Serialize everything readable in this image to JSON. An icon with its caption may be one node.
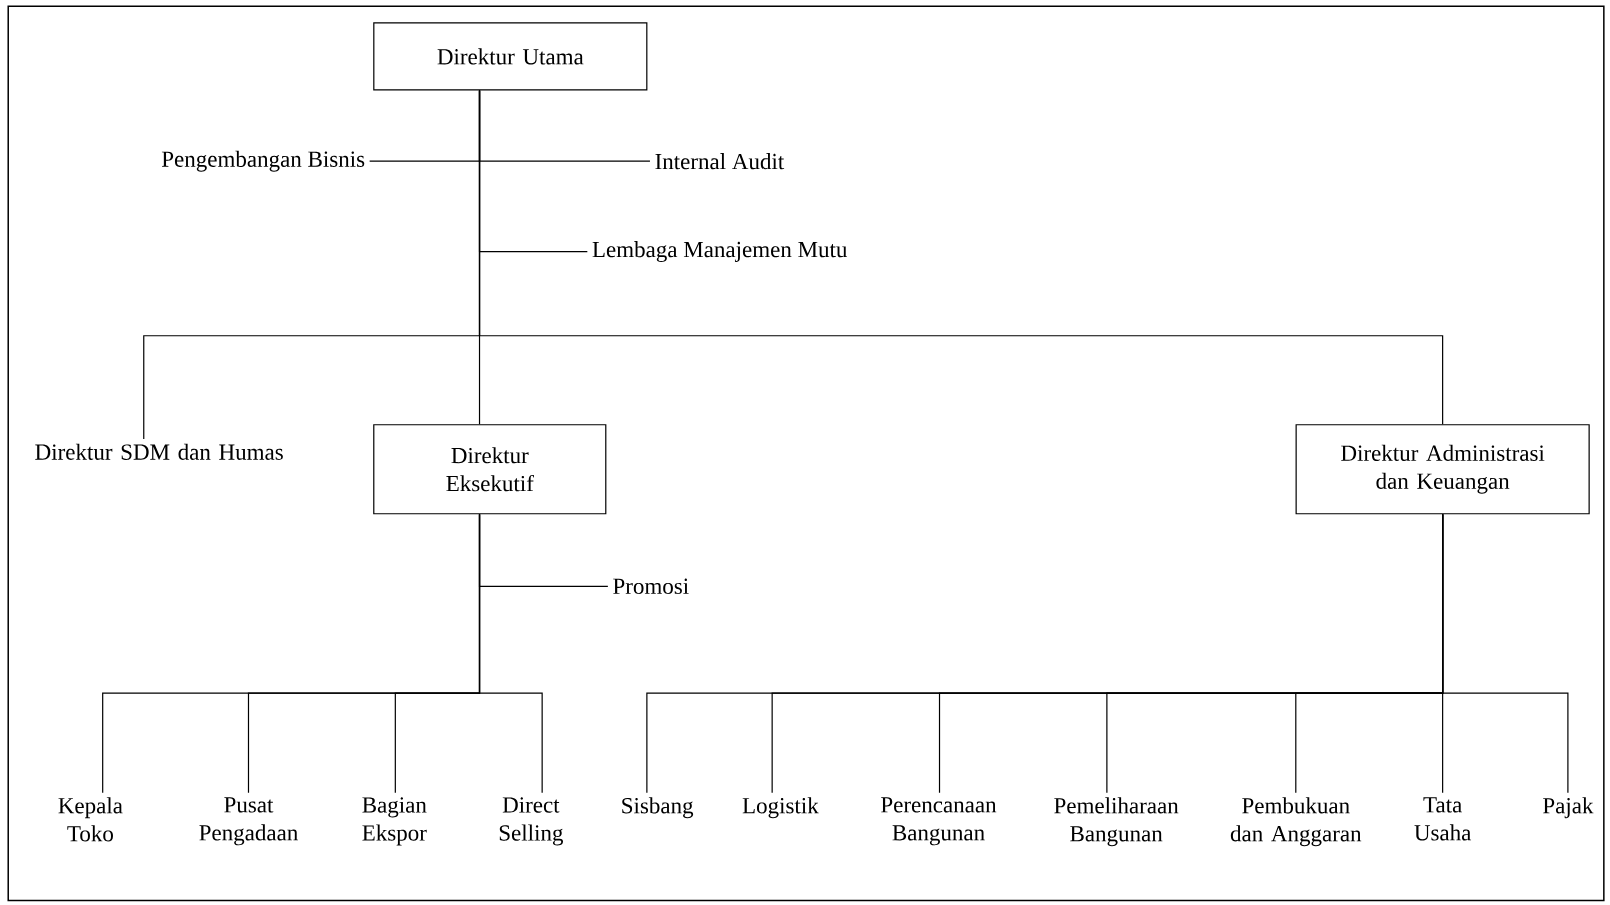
{
  "diagram": {
    "nodes": [
      {
        "text": [
          "Direktur Utama"
        ]
      },
      {
        "text": [
          "Pengembangan Bisnis"
        ]
      },
      {
        "text": [
          "Internal Audit"
        ]
      },
      {
        "text": [
          "Lembaga Manajemen Mutu"
        ]
      },
      {
        "text": [
          "Direktur SDM dan Humas"
        ]
      },
      {
        "text": [
          "Direktur Eksekutif"
        ]
      },
      {
        "text": [
          "Direktur Administrasi dan Keuangan"
        ]
      },
      {
        "text": [
          "Promosi"
        ]
      },
      {
        "text": [
          "Kepala Toko"
        ]
      },
      {
        "text": [
          "Pusat Pengadaan"
        ]
      },
      {
        "text": [
          "Bagian Ekspor"
        ]
      },
      {
        "text": [
          "Direct Selling"
        ]
      },
      {
        "text": [
          "Sisbang"
        ]
      },
      {
        "text": [
          "Logistik"
        ]
      },
      {
        "text": [
          "Perencanaan Bangunan"
        ]
      },
      {
        "text": [
          "Pemeliharaan Bangunan"
        ]
      },
      {
        "text": [
          "Pembukuan dan Anggaran"
        ]
      },
      {
        "text": [
          "Tata Usaha"
        ]
      },
      {
        "text": [
          "Pajak"
        ]
      }
    ],
    "edges": [
      {
        "from": 0,
        "to": 1,
        "arrow": "none"
      },
      {
        "from": 0,
        "to": 2,
        "arrow": "none"
      },
      {
        "from": 0,
        "to": 3,
        "arrow": "none"
      },
      {
        "from": 0,
        "to": 4,
        "arrow": "none"
      },
      {
        "from": 0,
        "to": 5,
        "arrow": "none"
      },
      {
        "from": 0,
        "to": 6,
        "arrow": "none"
      },
      {
        "from": 5,
        "to": 7,
        "arrow": "none"
      },
      {
        "from": 5,
        "to": 8,
        "arrow": "none"
      },
      {
        "from": 5,
        "to": 9,
        "arrow": "none"
      },
      {
        "from": 5,
        "to": 10,
        "arrow": "none"
      },
      {
        "from": 5,
        "to": 11,
        "arrow": "none"
      },
      {
        "from": 6,
        "to": 12,
        "arrow": "none"
      },
      {
        "from": 6,
        "to": 13,
        "arrow": "none"
      },
      {
        "from": 6,
        "to": 14,
        "arrow": "none"
      },
      {
        "from": 6,
        "to": 15,
        "arrow": "none"
      },
      {
        "from": 6,
        "to": 16,
        "arrow": "none"
      },
      {
        "from": 6,
        "to": 17,
        "arrow": "none"
      },
      {
        "from": 6,
        "to": 18,
        "arrow": "none"
      }
    ]
  }
}
